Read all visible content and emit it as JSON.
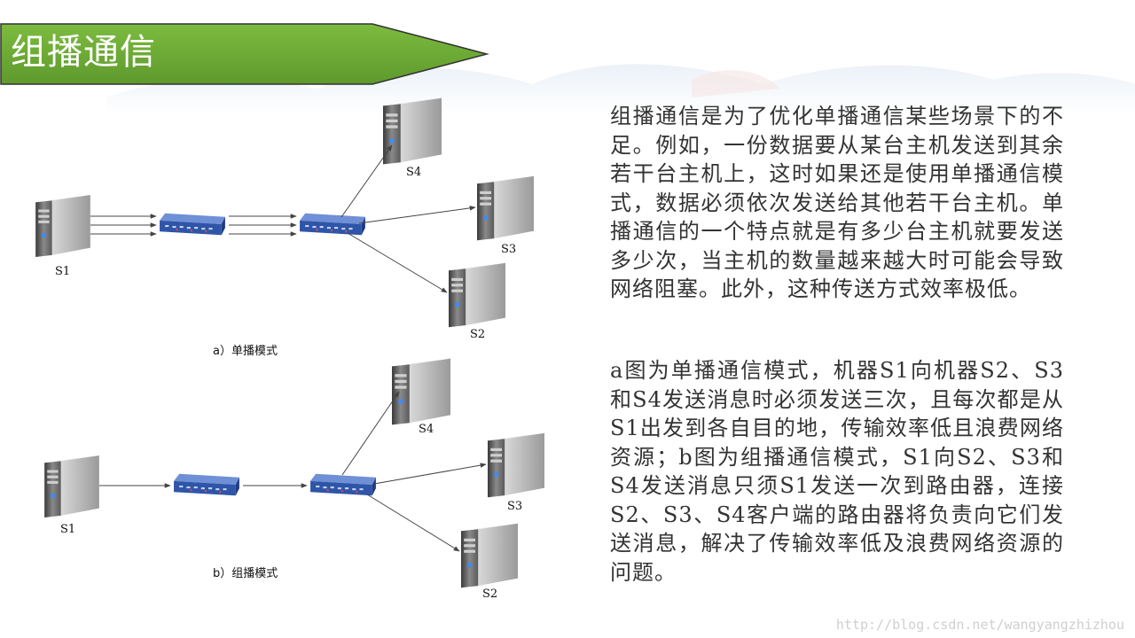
{
  "title": "组播通信",
  "paragraphs": [
    " 组播通信是为了优化单播通信某些场景下的不足。例如，一份数据要从某台主机发送到其余若干台主机上，这时如果还是使用单播通信模式，数据必须依次发送给其他若干台主机。单播通信的一个特点就是有多少台主机就要发送多少次，当主机的数量越来越大时可能会导致网络阻塞。此外，这种传送方式效率极低。",
    " a图为单播通信模式，机器S1向机器S2、S3和S4发送消息时必须发送三次，且每次都是从S1出发到各自目的地，传输效率低且浪费网络资源；b图为组播通信模式，S1向S2、S3和S4发送消息只须S1发送一次到路由器，连接S2、S3、S4客户端的路由器将负责向它们发送消息，解决了传输效率低及浪费网络资源的问题。"
  ],
  "diagram_a": {
    "caption": "a）单播模式",
    "servers": {
      "s1": "S1",
      "s4": "S4",
      "s3": "S3",
      "s2": "S2"
    }
  },
  "diagram_b": {
    "caption": "b）组播模式",
    "servers": {
      "s1": "S1",
      "s4": "S4",
      "s3": "S3",
      "s2": "S2"
    }
  },
  "watermark": "http://blog.csdn.net/wangyangzhizhou",
  "colors": {
    "banner_green": "#6aa832",
    "router_blue": "#3a5fb0",
    "text": "#333333"
  }
}
